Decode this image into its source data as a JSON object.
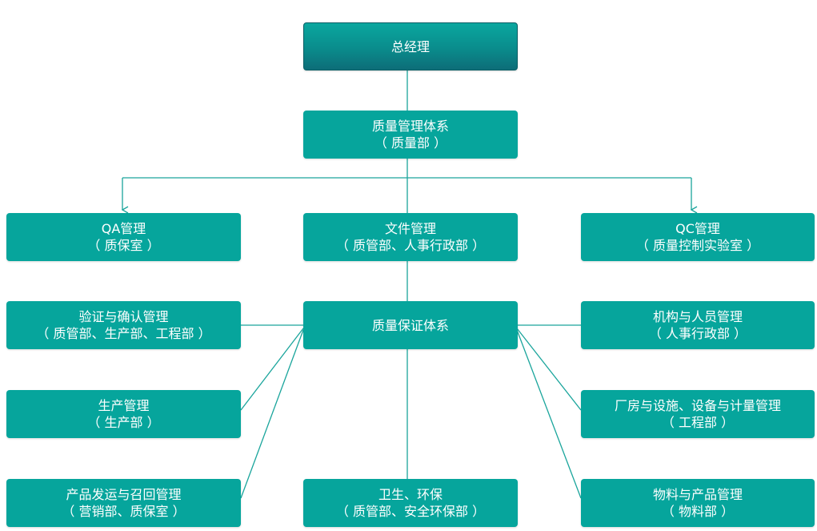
{
  "colors": {
    "node_fill": "#06a59c",
    "top_node_fill": "#0d6d78",
    "line": "#1aa59c",
    "text": "#ffffff"
  },
  "nodes": {
    "gm": {
      "title": "总经理",
      "subtitle": ""
    },
    "qms": {
      "title": "质量管理体系",
      "subtitle": "（ 质量部 ）"
    },
    "qa": {
      "title": "QA管理",
      "subtitle": "（ 质保室 ）"
    },
    "doc": {
      "title": "文件管理",
      "subtitle": "（ 质管部、人事行政部 ）"
    },
    "qc": {
      "title": "QC管理",
      "subtitle": "（ 质量控制实验室 ）"
    },
    "val": {
      "title": "验证与确认管理",
      "subtitle": "（ 质管部、生产部、工程部 ）"
    },
    "qas": {
      "title": "质量保证体系",
      "subtitle": ""
    },
    "org": {
      "title": "机构与人员管理",
      "subtitle": "（ 人事行政部 ）"
    },
    "prod": {
      "title": "生产管理",
      "subtitle": "（ 生产部 ）"
    },
    "fac": {
      "title": "厂房与设施、设备与计量管理",
      "subtitle": "（ 工程部 ）"
    },
    "ship": {
      "title": "产品发运与召回管理",
      "subtitle": "（ 营销部、质保室 ）"
    },
    "hyg": {
      "title": "卫生、环保",
      "subtitle": "（ 质管部、安全环保部 ）"
    },
    "mat": {
      "title": "物料与产品管理",
      "subtitle": "（ 物料部 ）"
    }
  }
}
